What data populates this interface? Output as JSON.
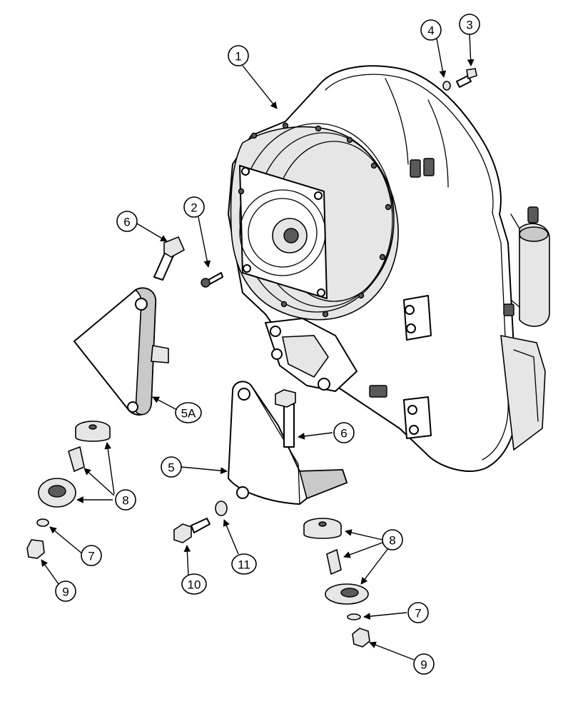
{
  "callouts": [
    {
      "id": "c1",
      "label": "1"
    },
    {
      "id": "c2",
      "label": "2"
    },
    {
      "id": "c3",
      "label": "3"
    },
    {
      "id": "c4",
      "label": "4"
    },
    {
      "id": "c5",
      "label": "5"
    },
    {
      "id": "c5a",
      "label": "5A"
    },
    {
      "id": "c6a",
      "label": "6"
    },
    {
      "id": "c6b",
      "label": "6"
    },
    {
      "id": "c7a",
      "label": "7"
    },
    {
      "id": "c7b",
      "label": "7"
    },
    {
      "id": "c8a",
      "label": "8"
    },
    {
      "id": "c8b",
      "label": "8"
    },
    {
      "id": "c9a",
      "label": "9"
    },
    {
      "id": "c9b",
      "label": "9"
    },
    {
      "id": "c10",
      "label": "10"
    },
    {
      "id": "c11",
      "label": "11"
    }
  ]
}
